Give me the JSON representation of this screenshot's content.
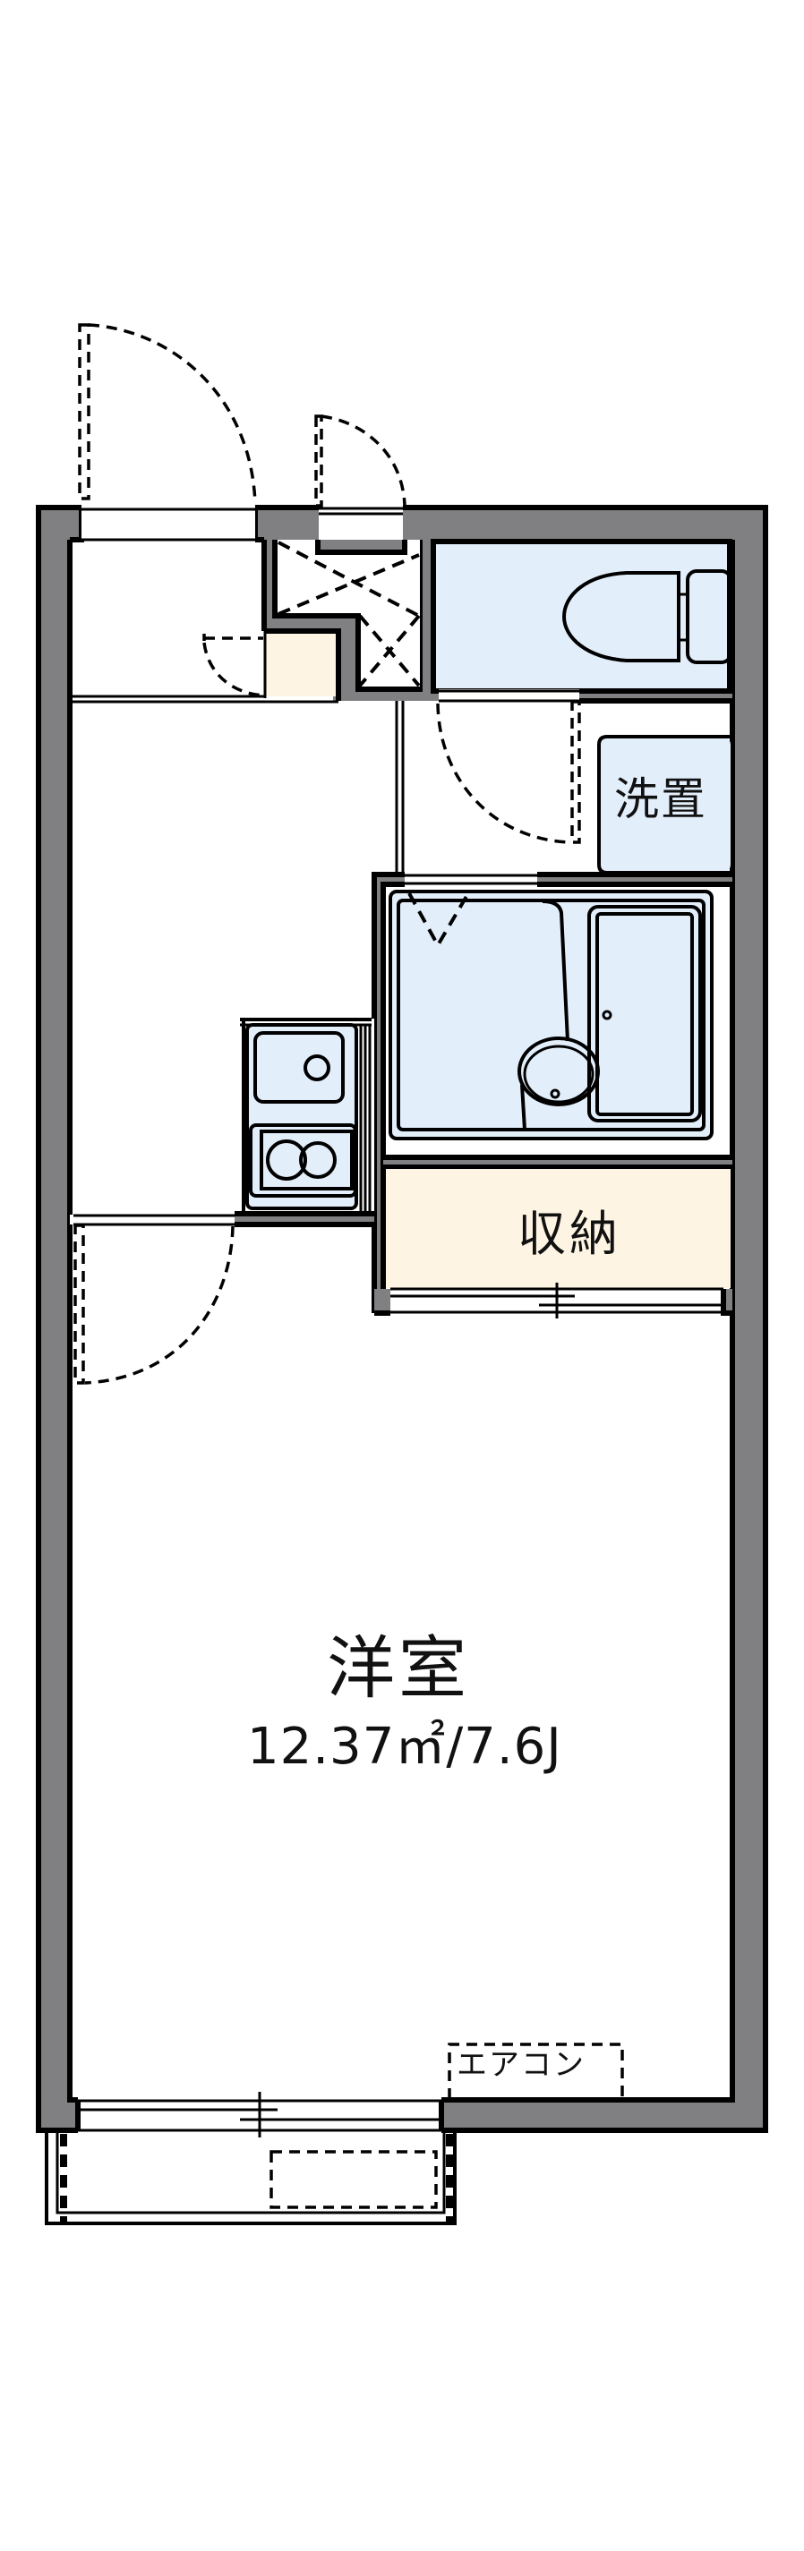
{
  "floorplan": {
    "type": "1K apartment floor plan",
    "rooms": {
      "main_room": {
        "name": "洋室",
        "area": "12.37㎡/7.6J"
      },
      "washer_space": {
        "label": "洗置"
      },
      "storage": {
        "label": "収納"
      },
      "air_conditioner": {
        "label": "エアコン"
      }
    },
    "fixtures": [
      "entrance-door",
      "meter-box-door",
      "shoe-cabinet",
      "pipe-space",
      "toilet",
      "washer-space",
      "unit-bath",
      "kitchen-sink",
      "two-burner-stove",
      "closet",
      "balcony",
      "sliding-window"
    ],
    "colors": {
      "wall": "#808083",
      "wet_area_fill": "#e3eefb",
      "storage_fill": "#fdf4e3",
      "line": "#000000",
      "background": "#ffffff"
    }
  }
}
